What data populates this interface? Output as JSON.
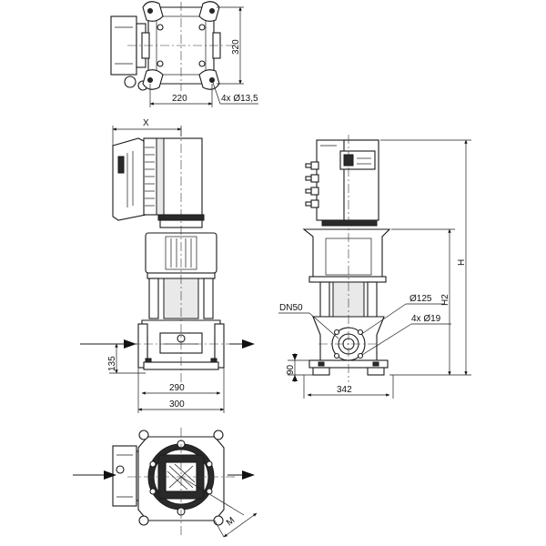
{
  "labels": {
    "dim_320": "320",
    "dim_220": "220",
    "dim_holes": "4x Ø13,5",
    "dim_x": "X",
    "dim_135": "135",
    "dim_290": "290",
    "dim_300": "300",
    "dim_dn50": "DN50",
    "dim_125": "Ø125",
    "dim_19": "4x Ø19",
    "dim_h2": "H2",
    "dim_h": "H",
    "dim_90": "90",
    "dim_342": "342",
    "dim_m": "M"
  }
}
